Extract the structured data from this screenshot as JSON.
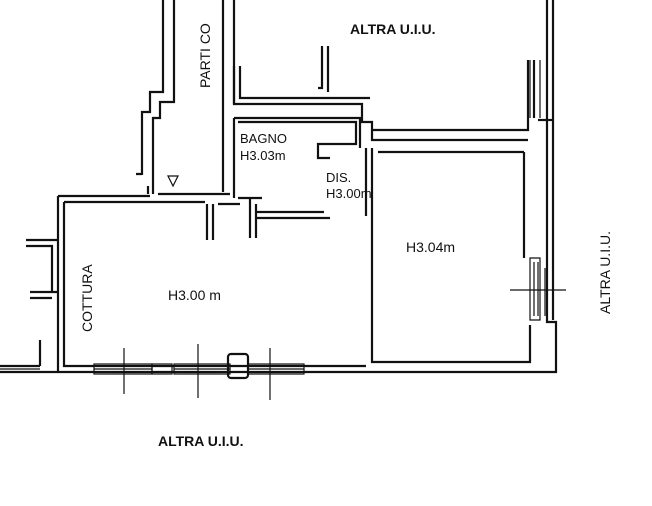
{
  "labels": {
    "parti_comuni": "PARTI CO",
    "altra_top": "ALTRA U.I.U.",
    "bagno": "BAGNO",
    "bagno_h": "H3.03m",
    "dis": "DIS.",
    "dis_h": "H3.00m",
    "room_right_h": "H3.04m",
    "cottura": "COTTURA",
    "main_h": "H3.00 m",
    "altra_right": "ALTRA U.I.U.",
    "altra_bottom": "ALTRA U.I.U."
  }
}
